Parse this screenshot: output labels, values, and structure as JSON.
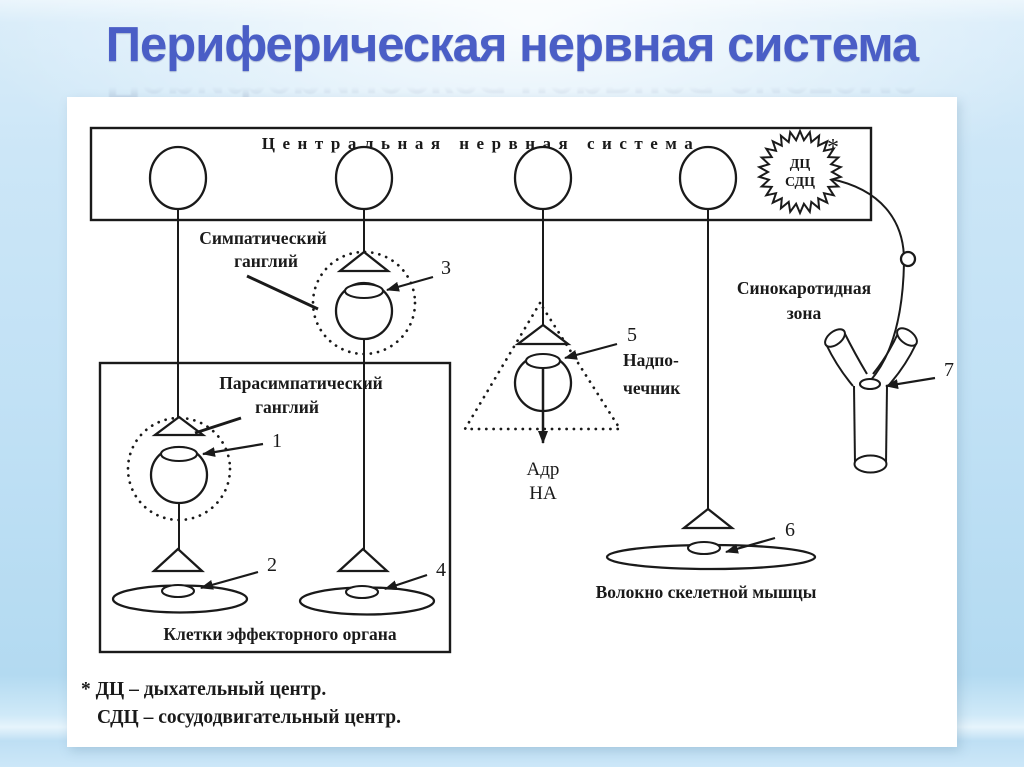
{
  "slide": {
    "title": "Периферическая нервная система"
  },
  "colors": {
    "titleBlue": "#4a5ec6",
    "ink": "#1a1a1a",
    "panelBg": "#ffffff"
  },
  "diagram": {
    "cns": {
      "label": "Центральная нервная система"
    },
    "vital_centers": {
      "asterisk": "*",
      "line1": "ДЦ",
      "line2": "СДЦ"
    },
    "sympathetic_ganglion": {
      "line1": "Симпатический",
      "line2": "ганглий"
    },
    "parasympathetic_ganglion": {
      "line1": "Парасимпатический",
      "line2": "ганглий"
    },
    "effector_cells": {
      "label": "Клетки эффекторного органа"
    },
    "adrenal": {
      "line1": "Надпо-",
      "line2": "чечник",
      "secretion1": "Адр",
      "secretion2": "НА"
    },
    "sinocarotid": {
      "line1": "Синокаротидная",
      "line2": "зона"
    },
    "muscle": {
      "label": "Волокно скелетной мышцы"
    },
    "numbers": {
      "n1": "1",
      "n2": "2",
      "n3": "3",
      "n4": "4",
      "n5": "5",
      "n6": "6",
      "n7": "7"
    },
    "footnote": {
      "line1": "* ДЦ – дыхательный центр.",
      "line2": "СДЦ – сосудодвигательный центр."
    }
  }
}
